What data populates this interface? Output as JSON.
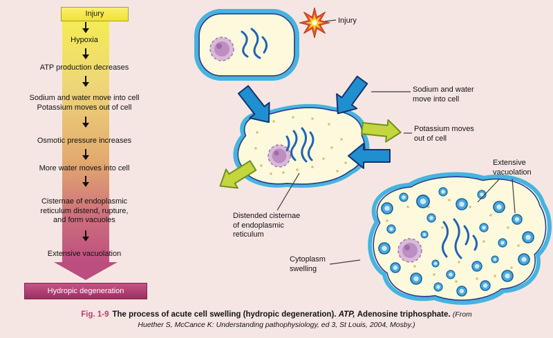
{
  "flowchart": {
    "start_label": "Injury",
    "steps": [
      "Hypoxia",
      "ATP production decreases",
      "Sodium and water move into cell\nPotassium moves out of cell",
      "Osmotic pressure increases",
      "More water moves into cell",
      "Cisternae of endoplasmic\nreticulum distend, rupture,\nand form vacuoles",
      "Extensive vacuolation"
    ],
    "end_label": "Hydropic degeneration"
  },
  "labels": {
    "injury": "Injury",
    "sodium": "Sodium and water\nmove into cell",
    "potassium": "Potassium moves\nout of cell",
    "extensive": "Extensive\nvacuolation",
    "distended": "Distended cisternae\nof endoplasmic\nreticulum",
    "cytoplasm": "Cytoplasm\nswelling"
  },
  "caption": {
    "fig": "Fig. 1-9",
    "title": "The process of acute cell swelling (hydropic degeneration).",
    "abbr": "ATP,",
    "abbr_def": "Adenosine triphosphate.",
    "source": "(From Huether S, McCance K: Understanding pathophysiology, ed 3, St Louis, 2004, Mosby.)"
  },
  "colors": {
    "band_top": "#f4ec52",
    "band_bottom": "#bd4f80",
    "cell_fill": "#fdf9dc",
    "cell_stroke": "#45b4e0",
    "influx_arrow": "#1f8fd0",
    "efflux_arrow": "#c3d63b",
    "vacuole": "#4aa9dc",
    "nucleus": "#bd8ec1"
  }
}
